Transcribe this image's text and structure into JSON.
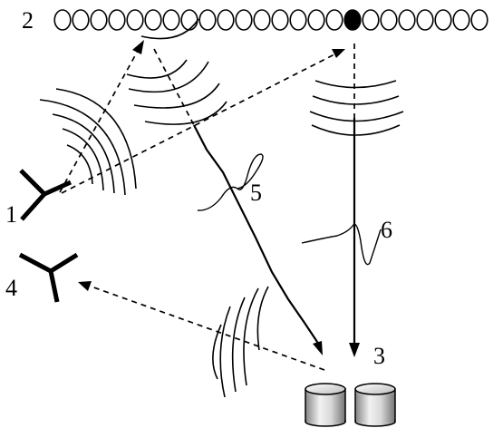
{
  "labels": {
    "antenna_1": "1",
    "atom_array": "2",
    "detectors": "3",
    "antenna_4": "4",
    "pulse_5": "5",
    "pulse_6": "6"
  },
  "atom_array": {
    "count": 24,
    "active_index": 16
  },
  "colors": {
    "ink": "#000000",
    "background": "#ffffff",
    "detector_light": "#f2f2f2",
    "detector_dark": "#8a8a8a"
  }
}
